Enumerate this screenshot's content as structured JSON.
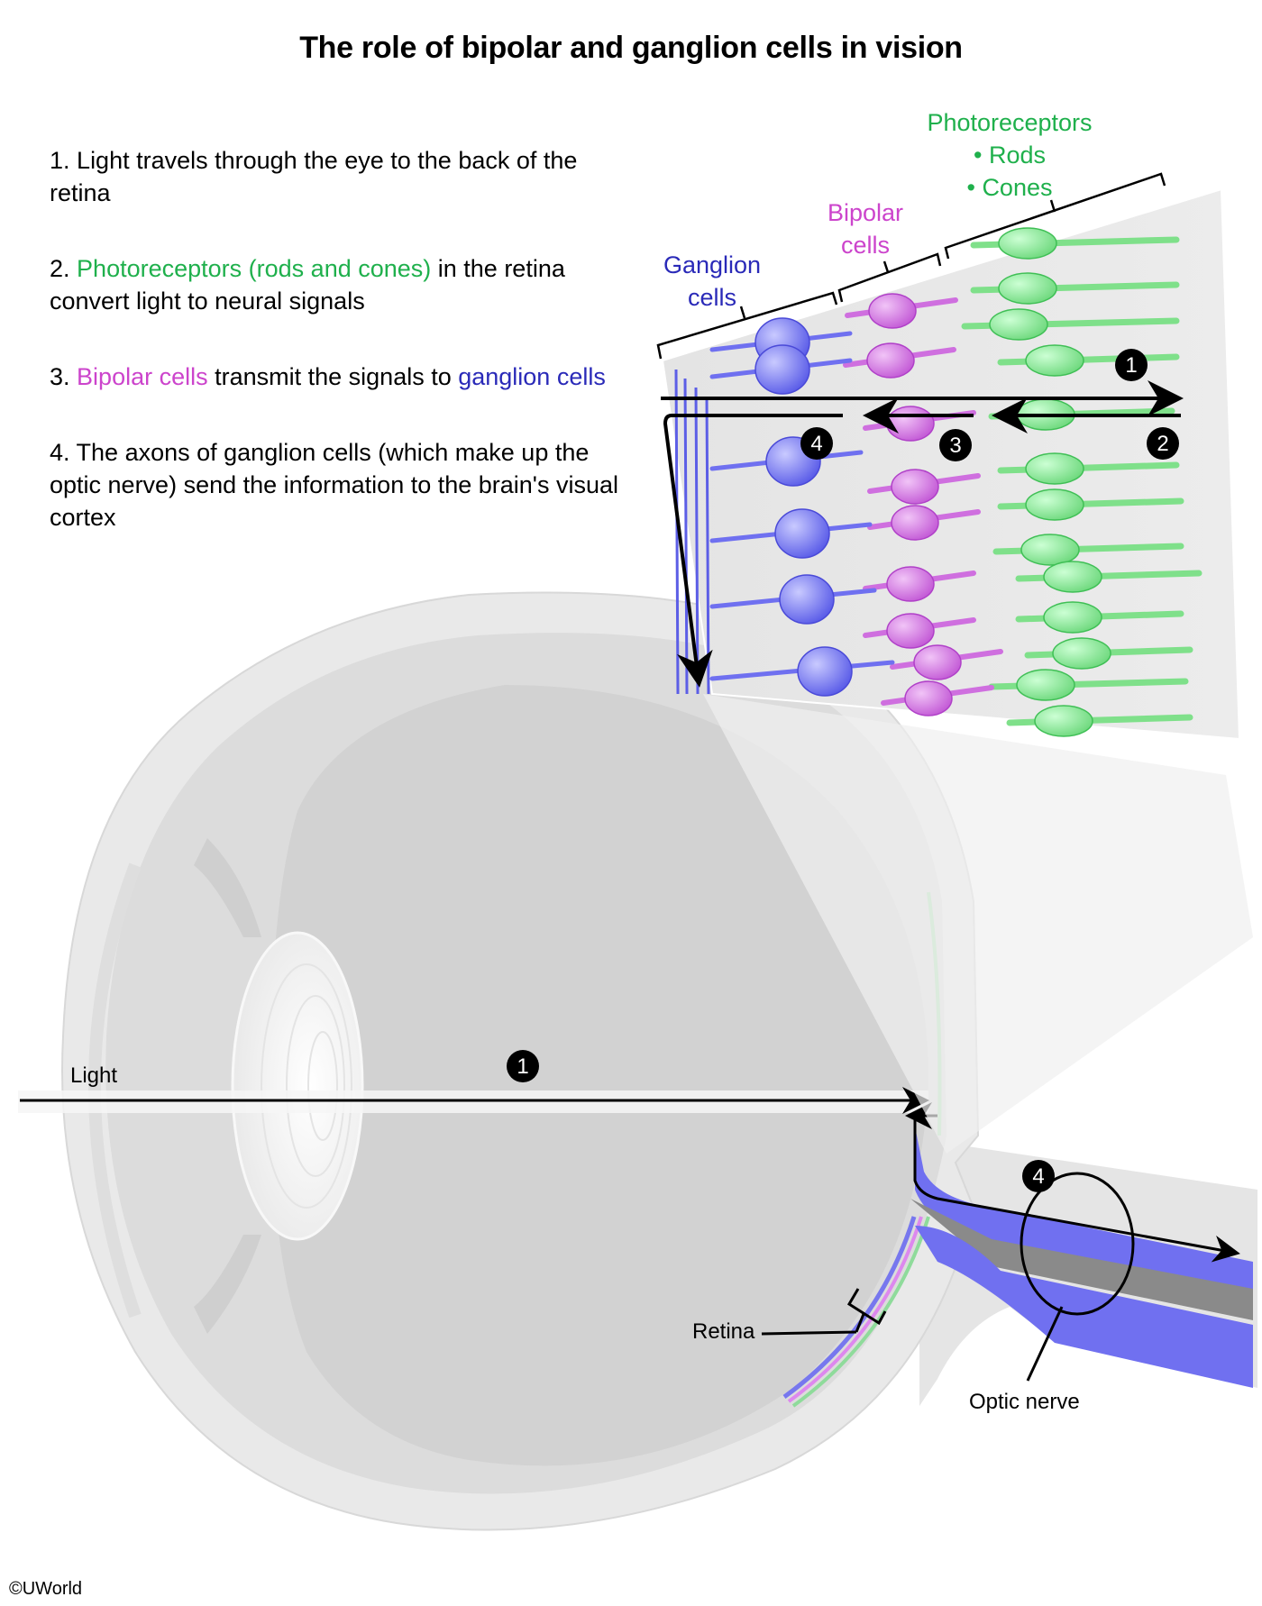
{
  "title": "The role of bipolar and ganglion cells in vision",
  "steps": [
    {
      "number": "1.",
      "plain_before": "Light travels through the eye to the back of the retina",
      "highlight": "",
      "plain_after": ""
    },
    {
      "number": "2.",
      "plain_before": "",
      "highlight": "Photoreceptors (rods and cones)",
      "plain_after": " in the retina convert light to neural signals"
    },
    {
      "number": "3.",
      "plain_before": "",
      "highlight": "Bipolar cells",
      "plain_after": " transmit the signals to ",
      "highlight2": "ganglion cells"
    },
    {
      "number": "4.",
      "plain_before": "The axons of ganglion cells (which make up the optic nerve) send the information to the brain's visual cortex",
      "highlight": "",
      "plain_after": ""
    }
  ],
  "layer_labels": {
    "photoreceptors": {
      "title": "Photoreceptors",
      "items": [
        "• Rods",
        "• Cones"
      ]
    },
    "bipolar": {
      "line1": "Bipolar",
      "line2": "cells"
    },
    "ganglion": {
      "line1": "Ganglion",
      "line2": "cells"
    }
  },
  "anatomy_labels": {
    "light": "Light",
    "retina": "Retina",
    "optic_nerve": "Optic nerve"
  },
  "badges": {
    "inset": [
      "1",
      "2",
      "3",
      "4"
    ],
    "eye": [
      "1",
      "4"
    ]
  },
  "colors": {
    "photoreceptor": "#1fb04c",
    "bipolar": "#cc44cc",
    "ganglion": "#2a2ab8",
    "photoreceptor_fill": "#7fe08a",
    "bipolar_fill": "#cf6fdf",
    "ganglion_fill": "#6f70f0"
  },
  "copyright": "©UWorld"
}
